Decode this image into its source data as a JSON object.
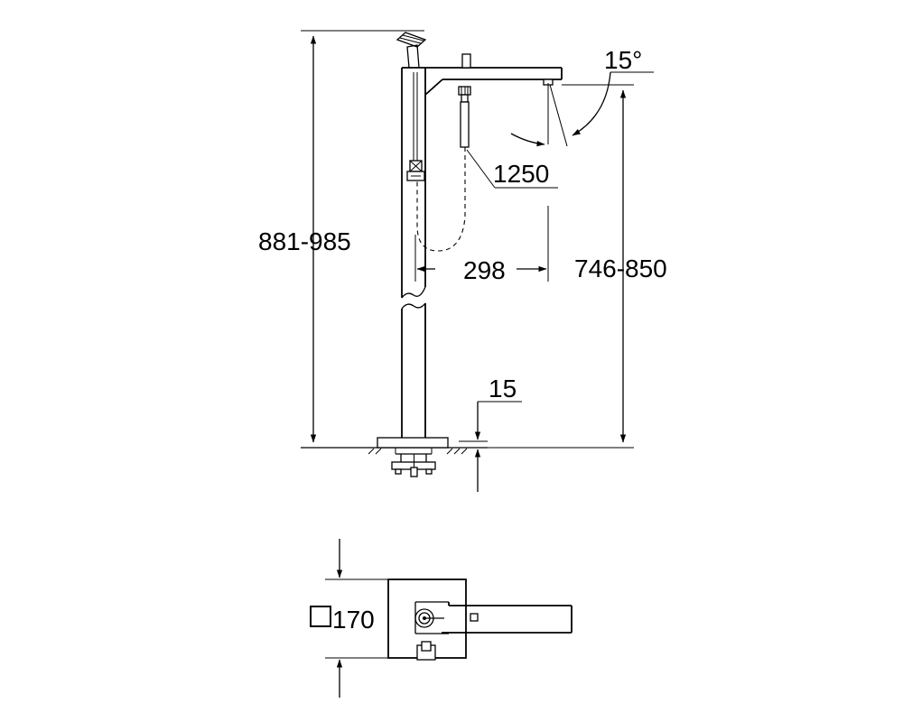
{
  "dimensions": {
    "overall_height": "881-985",
    "spout_height": "746-850",
    "hose_length": "1250",
    "spout_reach": "298",
    "spout_angle": "15°",
    "floor_offset": "15",
    "base_size": "170",
    "base_size_symbol": "square"
  }
}
